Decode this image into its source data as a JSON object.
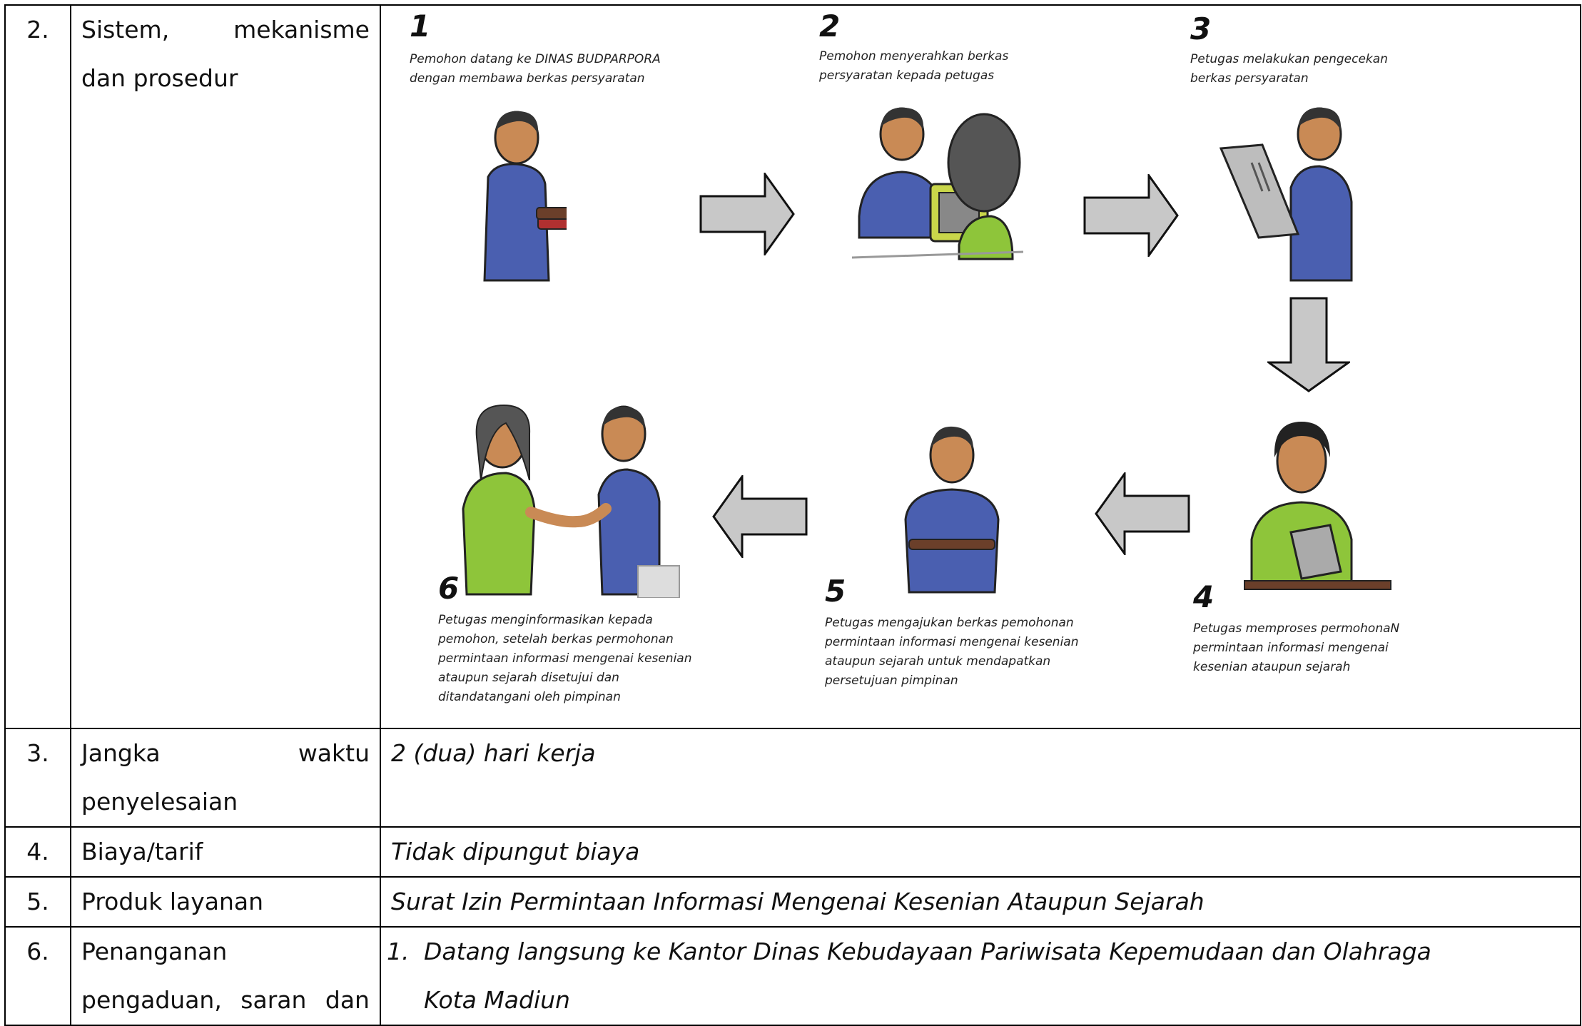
{
  "rows": [
    {
      "no": "2.",
      "label_a": "Sistem,",
      "label_b": "mekanisme",
      "label_c": "dan prosedur"
    },
    {
      "no": "3.",
      "label_a": "Jangka",
      "label_b": "waktu",
      "label_c": "penyelesaian",
      "value": "2 (dua) hari kerja"
    },
    {
      "no": "4.",
      "label": "Biaya/tarif",
      "value": "Tidak dipungut biaya"
    },
    {
      "no": "5.",
      "label": "Produk layanan",
      "value": "Surat Izin Permintaan Informasi Mengenai Kesenian Ataupun Sejarah"
    },
    {
      "no": "6.",
      "label_a": "Penanganan",
      "label_c1": "pengaduan,",
      "label_c2": "saran",
      "label_c3": "dan",
      "list_no": "1.",
      "list_line1": "Datang langsung ke Kantor Dinas Kebudayaan Pariwisata Kepemudaan dan Olahraga",
      "list_line2": "Kota Madiun"
    }
  ],
  "steps": [
    {
      "num": "1",
      "line1": "Pemohon datang ke DINAS BUDPARPORA",
      "line2": "dengan membawa berkas persyaratan"
    },
    {
      "num": "2",
      "line1": "Pemohon menyerahkan berkas",
      "line2": "persyaratan kepada petugas"
    },
    {
      "num": "3",
      "line1": "Petugas melakukan pengecekan",
      "line2": "berkas persyaratan"
    },
    {
      "num": "4",
      "line1": "Petugas memproses permohonaN",
      "line2": "permintaan informasi mengenai",
      "line3": "kesenian ataupun sejarah"
    },
    {
      "num": "5",
      "line1": "Petugas mengajukan berkas pemohonan",
      "line2": "permintaan informasi mengenai kesenian",
      "line3": "ataupun sejarah untuk mendapatkan",
      "line4": "persetujuan pimpinan"
    },
    {
      "num": "6",
      "line1": "Petugas menginformasikan kepada",
      "line2": "pemohon, setelah berkas permohonan",
      "line3": "permintaan informasi mengenai kesenian",
      "line4": "ataupun sejarah disetujui dan",
      "line5": "ditandatangani oleh pimpinan"
    }
  ],
  "colors": {
    "shirt_blue": "#4a5fb0",
    "shirt_green": "#8ec53a",
    "skin": "#c98a55",
    "arrow_fill": "#c8c8c8"
  }
}
